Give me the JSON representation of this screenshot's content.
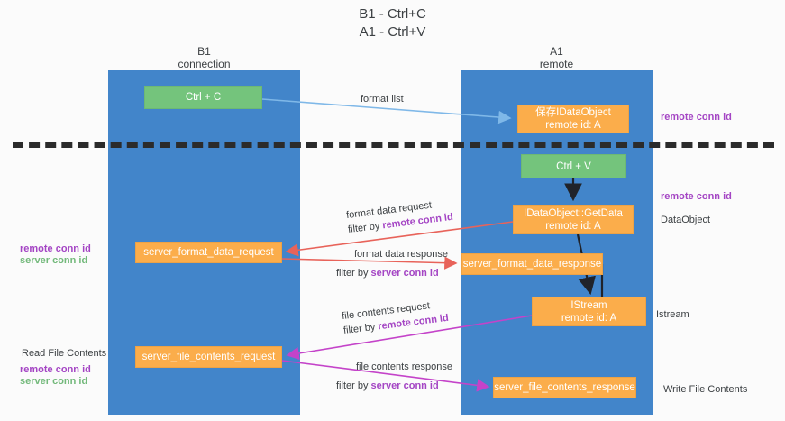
{
  "title": {
    "line1": "B1 - Ctrl+C",
    "line2": "A1 - Ctrl+V"
  },
  "columns": [
    {
      "name": "B1",
      "role": "connection"
    },
    {
      "name": "A1",
      "role": "remote"
    }
  ],
  "nodes": {
    "ctrl_c": {
      "label": "Ctrl + C",
      "color": "#74c47c"
    },
    "save_idataobject": {
      "line1": "保存IDataObject",
      "line2": "remote id: A",
      "color": "#fbad4b"
    },
    "ctrl_v": {
      "label": "Ctrl + V",
      "color": "#74c47c"
    },
    "idataobject_getdata": {
      "line1": "IDataObject::GetData",
      "line2": "remote id: A",
      "color": "#fbad4b"
    },
    "server_format_data_request": {
      "label": "server_format_data_request",
      "color": "#fbad4b"
    },
    "server_format_data_response": {
      "label": "server_format_data_response",
      "color": "#fbad4b"
    },
    "istream": {
      "line1": "IStream",
      "line2": "remote id: A",
      "color": "#fbad4b"
    },
    "server_file_contents_request": {
      "label": "server_file_contents_request",
      "color": "#fbad4b"
    },
    "server_file_contents_response": {
      "label": "server_file_contents_response",
      "color": "#fbad4b"
    }
  },
  "edges": {
    "format_list": {
      "label": "format list"
    },
    "format_data_request": {
      "label": "format data request",
      "filter_prefix": "filter by ",
      "filter_key": "remote conn id"
    },
    "format_data_response": {
      "label": "format data response",
      "filter_prefix": "filter by ",
      "filter_key": "server conn id"
    },
    "file_contents_request": {
      "label": "file contents request",
      "filter_prefix": "filter by ",
      "filter_key": "remote conn id"
    },
    "file_contents_response": {
      "label": "file contents response",
      "filter_prefix": "filter by ",
      "filter_key": "server conn id"
    }
  },
  "annotations": {
    "right_top_remote_conn_id": "remote conn id",
    "right_mid_remote_conn_id": "remote conn id",
    "right_dataobject": "DataObject",
    "right_istream": "Istream",
    "right_write_file_contents": "Write File Contents",
    "left_remote_conn_id": "remote conn id",
    "left_server_conn_id": "server conn id",
    "left_read_file_contents": "Read File Contents",
    "left_bottom_remote_conn_id": "remote conn id",
    "left_bottom_server_conn_id": "server conn id"
  },
  "colors": {
    "lane": "#4285ca",
    "green_node": "#74c47c",
    "orange_node": "#fbad4b",
    "purple_text": "#a445c4",
    "green_text": "#73b97b",
    "red_arrow": "#e8635a",
    "magenta_arrow": "#c443c9",
    "blue_arrow": "#7fb8e8",
    "dark_arrow": "#20232a",
    "divider": "#2b2b2b"
  }
}
